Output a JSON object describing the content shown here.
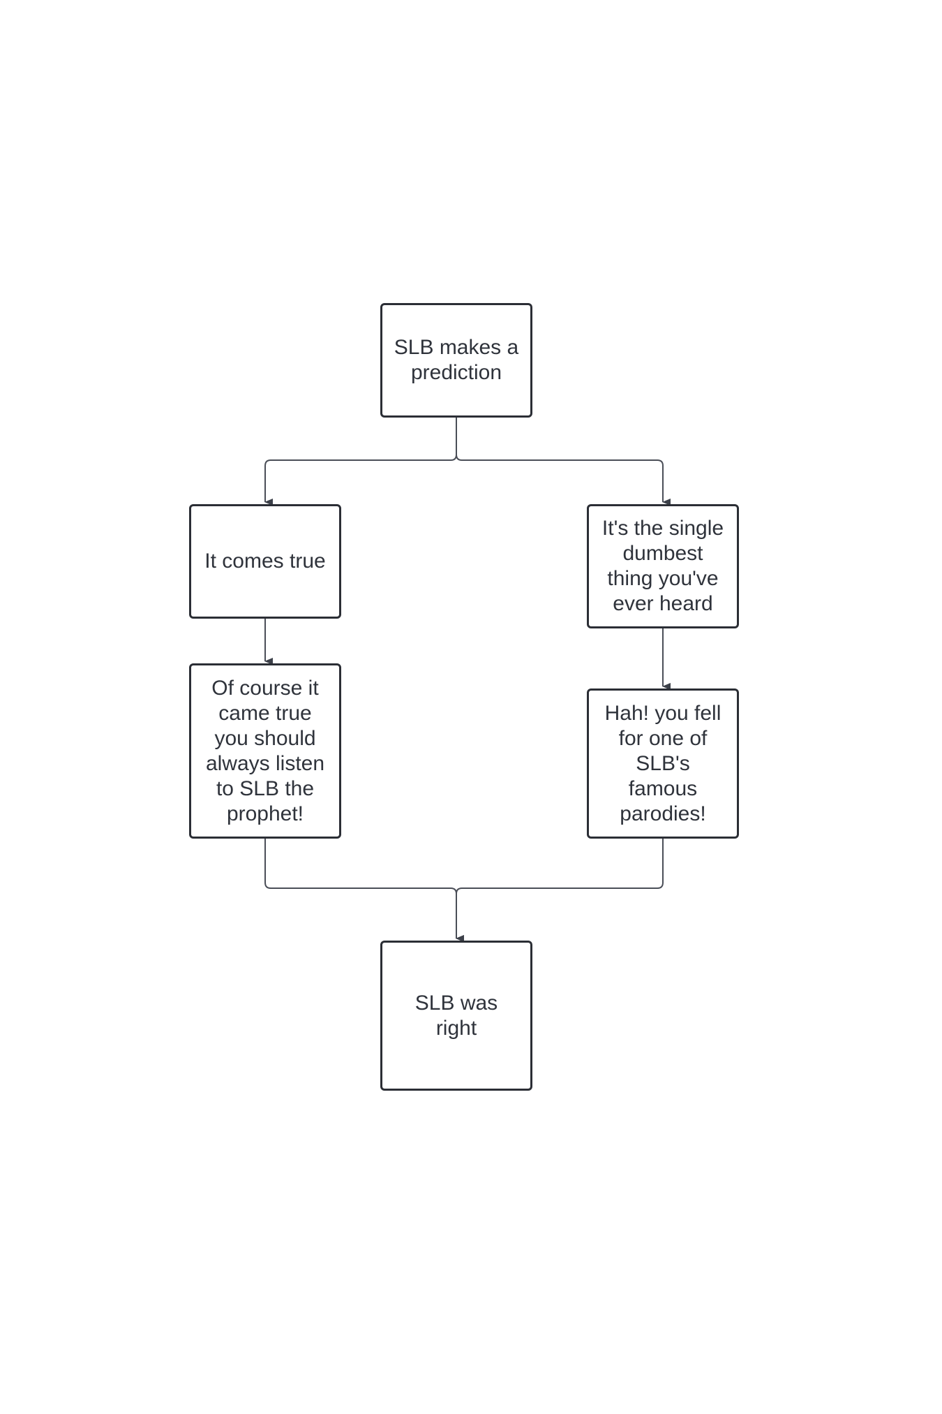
{
  "diagram": {
    "nodes": [
      {
        "id": "start",
        "label": "SLB makes a\nprediction"
      },
      {
        "id": "true",
        "label": "It comes true"
      },
      {
        "id": "dumb",
        "label": "It's the single\ndumbest\nthing you've\never heard"
      },
      {
        "id": "prophet",
        "label": "Of course it\ncame true\nyou should\nalways listen\nto SLB the\nprophet!"
      },
      {
        "id": "parody",
        "label": "Hah! you fell\nfor one of\nSLB's\nfamous\nparodies!"
      },
      {
        "id": "end",
        "label": "SLB was\nright"
      }
    ],
    "edges": [
      {
        "from": "start",
        "to": "true"
      },
      {
        "from": "start",
        "to": "dumb"
      },
      {
        "from": "true",
        "to": "prophet"
      },
      {
        "from": "dumb",
        "to": "parody"
      },
      {
        "from": "prophet",
        "to": "end"
      },
      {
        "from": "parody",
        "to": "end"
      }
    ]
  },
  "colors": {
    "node_border": "#2b2e35",
    "text": "#2f333b",
    "connector": "#4a4e57",
    "background": "#ffffff"
  }
}
